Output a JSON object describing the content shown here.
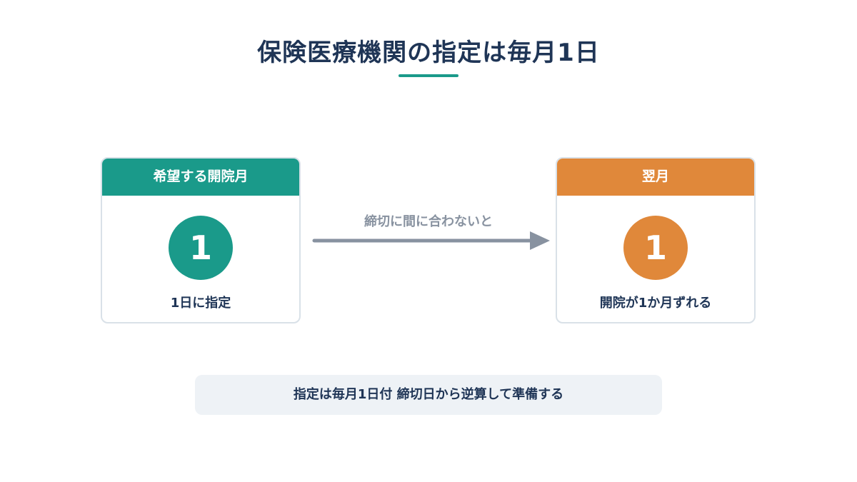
{
  "title": "保険医療機関の指定は毎月1日",
  "left_card": {
    "header": "希望する開院月",
    "number": "1",
    "caption": "1日に指定"
  },
  "arrow": {
    "label": "締切に間に合わないと"
  },
  "right_card": {
    "header": "翌月",
    "number": "1",
    "caption": "開院が1か月ずれる"
  },
  "note": "指定は毎月1日付 締切日から逆算して準備する",
  "colors": {
    "teal": "#1a9a8a",
    "orange": "#e0883a",
    "navy": "#1f3556",
    "gray": "#8892a0"
  }
}
